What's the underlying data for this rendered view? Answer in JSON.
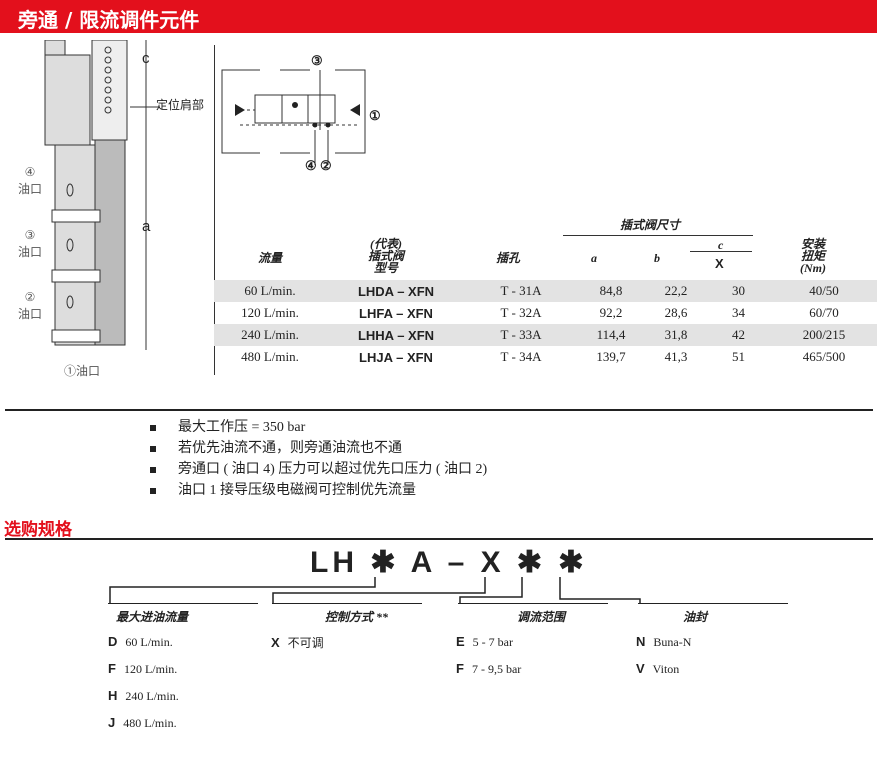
{
  "header": {
    "title": "旁通 / 限流调件元件"
  },
  "diagram": {
    "dim_c": "c",
    "dim_a": "a",
    "shoulder_label": "定位肩部",
    "ports": [
      {
        "num": "④",
        "label": "油口"
      },
      {
        "num": "③",
        "label": "油口"
      },
      {
        "num": "②",
        "label": "油口"
      },
      {
        "num": "①",
        "label": "油口"
      }
    ],
    "schematic_ports": [
      "③",
      "①",
      "④",
      "②"
    ]
  },
  "table": {
    "group_header": "插式阀尺寸",
    "headers": {
      "flow": "流量",
      "model": "(代表)\n插式阀\n型号",
      "cavity": "插孔",
      "a": "a",
      "b": "b",
      "c": "c",
      "x": "X",
      "torque": "安装\n扭矩\n(Nm)"
    },
    "rows": [
      {
        "flow": "60 L/min.",
        "model": "LHDA – XFN",
        "cavity": "T - 31A",
        "a": "84,8",
        "b": "22,2",
        "x": "30",
        "torque": "40/50"
      },
      {
        "flow": "120 L/min.",
        "model": "LHFA – XFN",
        "cavity": "T - 32A",
        "a": "92,2",
        "b": "28,6",
        "x": "34",
        "torque": "60/70"
      },
      {
        "flow": "240 L/min.",
        "model": "LHHA – XFN",
        "cavity": "T - 33A",
        "a": "114,4",
        "b": "31,8",
        "x": "42",
        "torque": "200/215"
      },
      {
        "flow": "480 L/min.",
        "model": "LHJA – XFN",
        "cavity": "T - 34A",
        "a": "139,7",
        "b": "41,3",
        "x": "51",
        "torque": "465/500"
      }
    ]
  },
  "notes": [
    "最大工作压 = 350 bar",
    "若优先油流不通，则旁通油流也不通",
    "旁通口 ( 油口 4) 压力可以超过优先口压力 ( 油口 2)",
    "油口 1 接导压级电磁阀可控制优先流量"
  ],
  "ordering": {
    "title": "选购规格",
    "code": "LH ✱ A – X ✱ ✱",
    "columns": [
      {
        "title": "最大进油流量",
        "options": [
          {
            "code": "D",
            "text": "60 L/min."
          },
          {
            "code": "F",
            "text": "120 L/min."
          },
          {
            "code": "H",
            "text": "240 L/min."
          },
          {
            "code": "J",
            "text": "480 L/min."
          }
        ]
      },
      {
        "title": "控制方式 **",
        "options": [
          {
            "code": "X",
            "text": "不可调"
          }
        ]
      },
      {
        "title": "调流范围",
        "options": [
          {
            "code": "E",
            "text": "5 - 7 bar"
          },
          {
            "code": "F",
            "text": "7 - 9,5 bar"
          }
        ]
      },
      {
        "title": "油封",
        "options": [
          {
            "code": "N",
            "text": "Buna-N"
          },
          {
            "code": "V",
            "text": "Viton"
          }
        ]
      }
    ]
  },
  "colors": {
    "accent": "#e3101c"
  }
}
